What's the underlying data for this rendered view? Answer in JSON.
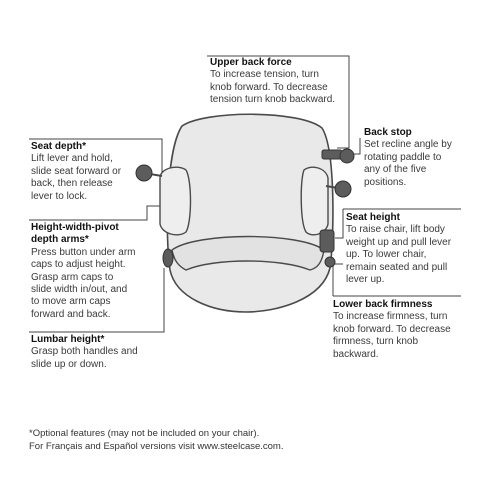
{
  "callouts": {
    "upper_back_force": {
      "title": "Upper back force",
      "body": "To increase tension, turn\nknob forward. To decrease\ntension turn knob backward."
    },
    "back_stop": {
      "title": "Back stop",
      "body": "Set recline angle by\nrotating paddle to\nany of the five\npositions."
    },
    "seat_depth": {
      "title": "Seat depth*",
      "body": "Lift lever and hold,\nslide seat forward or\nback, then release\nlever to lock."
    },
    "seat_height": {
      "title": "Seat height",
      "body": "To raise chair, lift body\nweight up and pull lever\nup. To lower chair,\nremain seated and pull\nlever up."
    },
    "arms": {
      "title": "Height-width-pivot\ndepth arms*",
      "body": "Press button under arm\ncaps to adjust height.\nGrasp arm caps to\nslide width in/out, and\nto move arm caps\nforward and back."
    },
    "lower_back_firmness": {
      "title": "Lower back firmness",
      "body": "To increase firmness, turn\nknob forward. To decrease\nfirmness, turn knob\nbackward."
    },
    "lumbar_height": {
      "title": "Lumbar height*",
      "body": "Grasp both handles and\nslide up or down."
    }
  },
  "footer": {
    "note": "*Optional features (may not be included on your chair).",
    "languages": "For Français and Español versions visit www.steelcase.com."
  },
  "colors": {
    "chair_fill": "#e9e9e9",
    "chair_stroke": "#4a4a4a",
    "knob_fill": "#5c5c5c",
    "leader_line": "#444444"
  }
}
